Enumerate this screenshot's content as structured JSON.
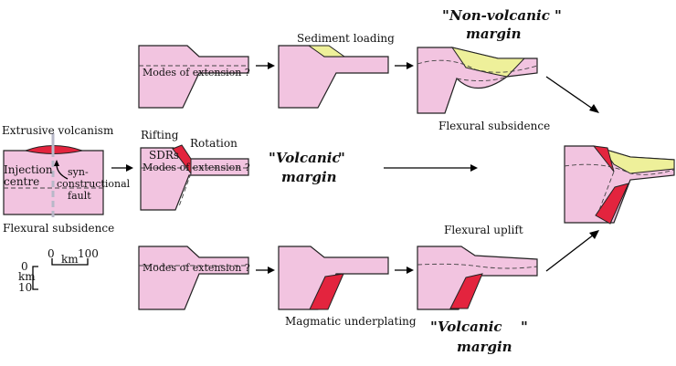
{
  "colors": {
    "continental_crust": "#f2c4e0",
    "sediment": "#eef09a",
    "magmatic": "#e3243e",
    "outline": "#222222"
  },
  "left_panel": {
    "extrusive": "Extrusive volcanism",
    "injection_1": "Injection",
    "injection_2": "centre",
    "syn_1": "syn-",
    "syn_2": "constructional",
    "syn_3": "fault",
    "flexural": "Flexural subsidence",
    "scale_h0": "0",
    "scale_h100": "100",
    "scale_hunit": "km",
    "scale_v0": "0",
    "scale_vunit": "km",
    "scale_v10": "10"
  },
  "top_row": {
    "modes": "Modes of extension ?",
    "sediment_loading": "Sediment loading",
    "margin_q1": "\"",
    "margin_word": "Non-volcanic",
    "margin_q2": "\"",
    "margin_sub": "margin",
    "flexural_subsidence": "Flexural subsidence"
  },
  "middle_row": {
    "rifting": "Rifting",
    "rotation": "Rotation",
    "sdrs": "SDRs",
    "modes": "Modes of extension ?",
    "margin_q1": "\"",
    "margin_word": "Volcanic",
    "margin_q2": "\"",
    "margin_sub": "margin"
  },
  "bottom_row": {
    "modes": "Modes of extension ?",
    "magmatic_underplating": "Magmatic underplating",
    "flexural_uplift": "Flexural uplift",
    "margin_q1": "\"",
    "margin_word": "Volcanic",
    "margin_q2": "\"",
    "margin_sub": "margin"
  }
}
